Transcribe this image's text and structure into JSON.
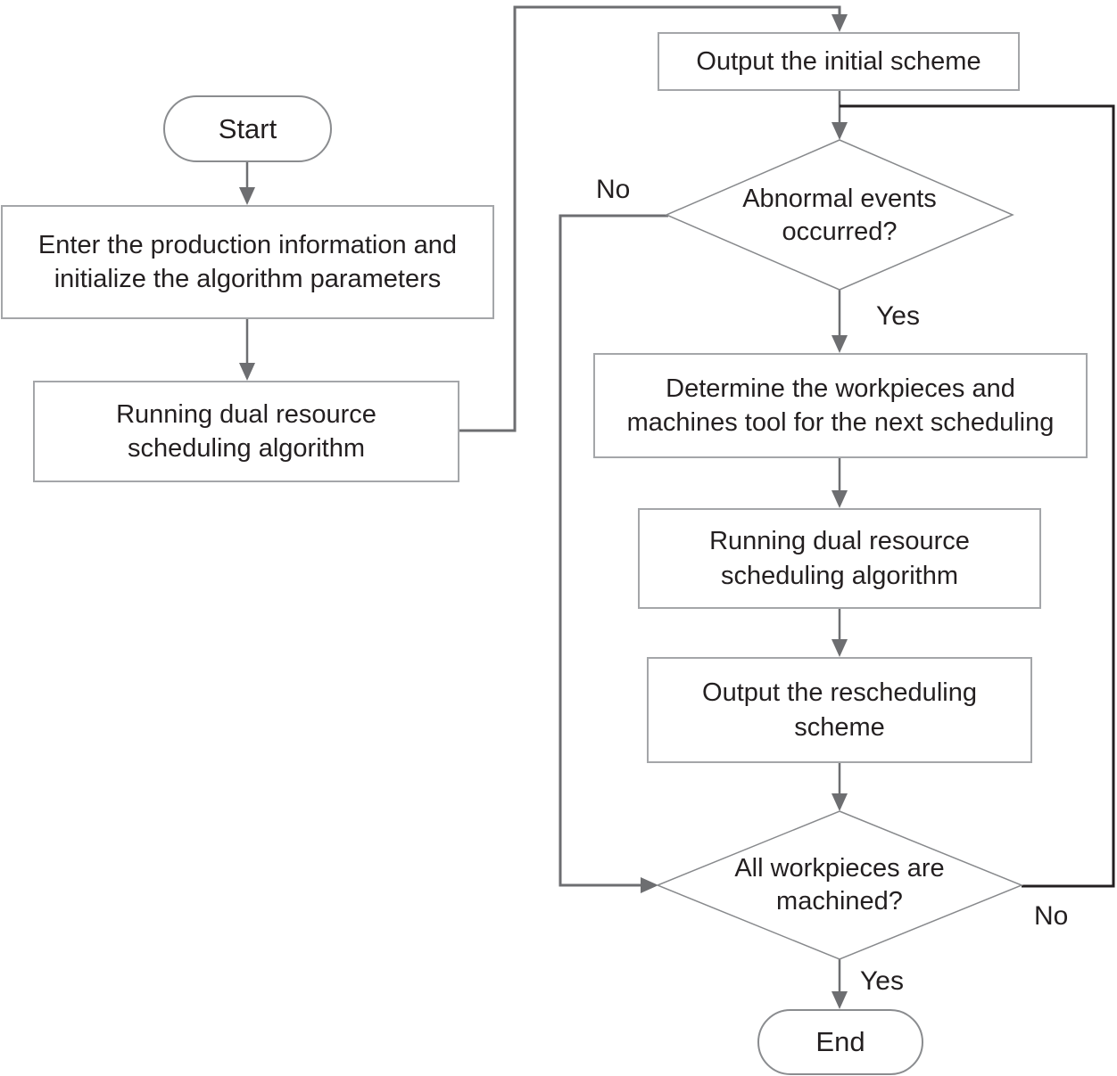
{
  "nodes": {
    "start": "Start",
    "enter_info": "Enter the production information and\ninitialize the algorithm parameters",
    "run_initial": "Running dual resource\nscheduling algorithm",
    "output_initial": "Output the initial scheme",
    "abnormal_events": "Abnormal events\noccurred?",
    "determine_next": "Determine the workpieces and\nmachines tool for the next scheduling",
    "run_resched": "Running dual resource\nscheduling algorithm",
    "output_resched": "Output the rescheduling\nscheme",
    "all_machined": "All workpieces are\nmachined?",
    "end": "End"
  },
  "labels": {
    "abnormal_no": "No",
    "abnormal_yes": "Yes",
    "machined_no": "No",
    "machined_yes": "Yes"
  },
  "colors": {
    "connector_gray": "#6d6e71",
    "connector_black": "#231f20",
    "node_border_gray": "#a4a6a9",
    "text": "#231f20"
  }
}
